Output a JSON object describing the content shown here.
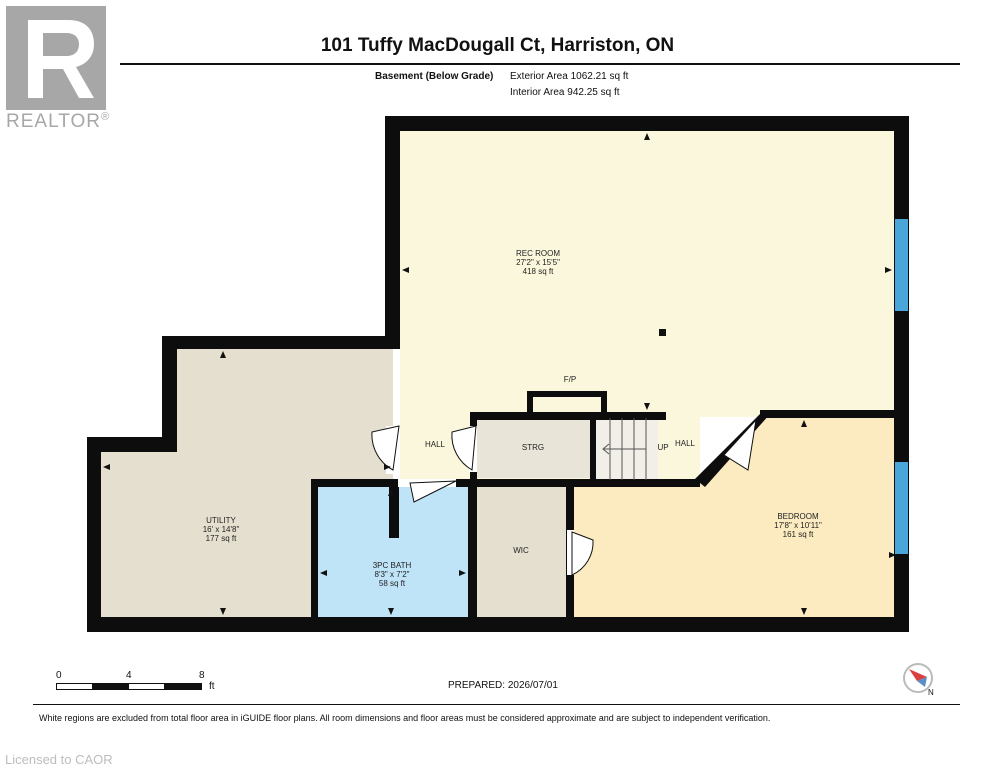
{
  "logo": {
    "brand_text": "REALTOR",
    "registered_mark": "®"
  },
  "header": {
    "title": "101 Tuffy MacDougall Ct, Harriston, ON"
  },
  "summary": {
    "level": "Basement (Below Grade)",
    "exterior_area": "Exterior Area 1062.21 sq ft",
    "interior_area": "Interior Area 942.25 sq ft"
  },
  "rooms": {
    "rec_room": {
      "name": "REC ROOM",
      "dims": "27'2\" x 15'5\"",
      "area": "418 sq ft"
    },
    "utility": {
      "name": "UTILITY",
      "dims": "16' x 14'8\"",
      "area": "177 sq ft"
    },
    "bath": {
      "name": "3PC BATH",
      "dims": "8'3\" x 7'2\"",
      "area": "58 sq ft"
    },
    "bedroom": {
      "name": "BEDROOM",
      "dims": "17'8\" x 10'11\"",
      "area": "161 sq ft"
    },
    "wic": {
      "name": "WIC"
    },
    "strg": {
      "name": "STRG"
    },
    "hall_left": {
      "name": "HALL"
    },
    "hall_right": {
      "name": "HALL"
    },
    "stairs_up": {
      "name": "UP"
    },
    "fireplace": {
      "name": "F/P"
    }
  },
  "colors": {
    "wall": "#0d0d0d",
    "rec_room": "#fbf7dc",
    "utility": "#e5dfcf",
    "bath": "#bfe3f7",
    "bedroom": "#fcebc0",
    "wic": "#e5dfcf",
    "strg": "#e8e4d8",
    "window": "#4aa6d8"
  },
  "scale": {
    "ticks": [
      "0",
      "4",
      "8"
    ],
    "unit": "ft"
  },
  "prepared": "PREPARED: 2026/07/01",
  "compass": {
    "label": "N"
  },
  "disclaimer": "White regions are excluded from total floor area in iGUIDE floor plans. All room dimensions and floor areas must be considered approximate and are subject to independent verification.",
  "license": "Licensed to CAOR"
}
